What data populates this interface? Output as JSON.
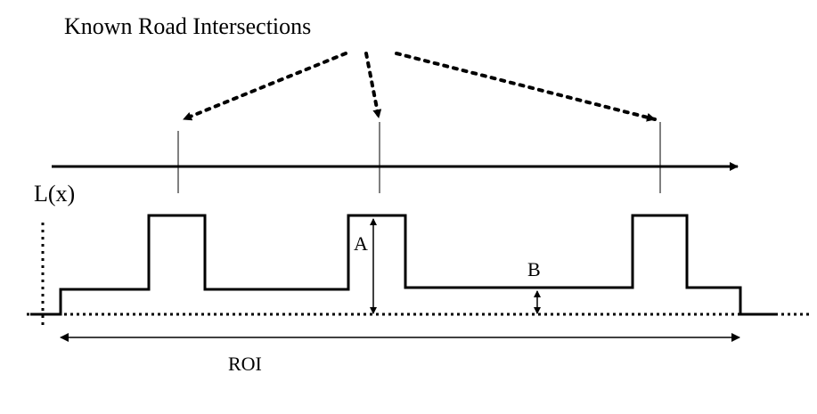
{
  "title": "Known Road Intersections",
  "y_axis_label": "L(x)",
  "label_a": "A",
  "label_b": "B",
  "roi_label": "ROI",
  "colors": {
    "stroke": "#000000",
    "background": "#ffffff"
  }
}
